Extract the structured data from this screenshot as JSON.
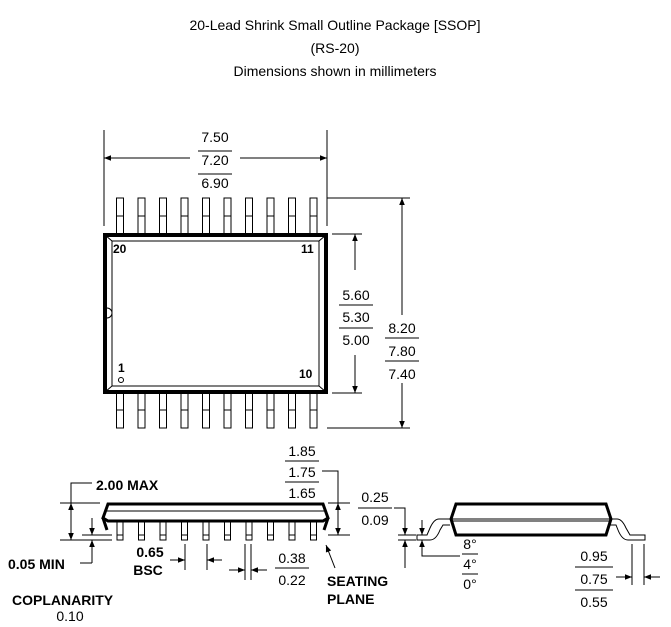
{
  "title": {
    "line1": "20-Lead Shrink Small Outline Package [SSOP]",
    "line2": "(RS-20)",
    "line3": "Dimensions shown in millimeters"
  },
  "top_view": {
    "width": {
      "max": "7.50",
      "nom": "7.20",
      "min": "6.90"
    },
    "body_width": {
      "max": "5.60",
      "nom": "5.30",
      "min": "5.00"
    },
    "overall_width": {
      "max": "8.20",
      "nom": "7.80",
      "min": "7.40"
    },
    "pins": {
      "p20": "20",
      "p11": "11",
      "p1": "1",
      "p10": "10"
    },
    "lead_count": 10
  },
  "side_view": {
    "height_max": "2.00 MAX",
    "standoff_min": "0.05 MIN",
    "pitch": {
      "value": "0.65",
      "note": "BSC"
    },
    "lead_width": {
      "max": "0.38",
      "min": "0.22"
    },
    "body_height": {
      "max": "1.85",
      "nom": "1.75",
      "min": "1.65"
    },
    "seating_plane": {
      "line1": "SEATING",
      "line2": "PLANE"
    },
    "coplanarity": {
      "label": "COPLANARITY",
      "value": "0.10"
    }
  },
  "end_view": {
    "lead_thickness": {
      "max": "0.25",
      "min": "0.09"
    },
    "angle": {
      "max": "8°",
      "nom": "4°",
      "min": "0°"
    },
    "foot_length": {
      "max": "0.95",
      "nom": "0.75",
      "min": "0.55"
    }
  }
}
